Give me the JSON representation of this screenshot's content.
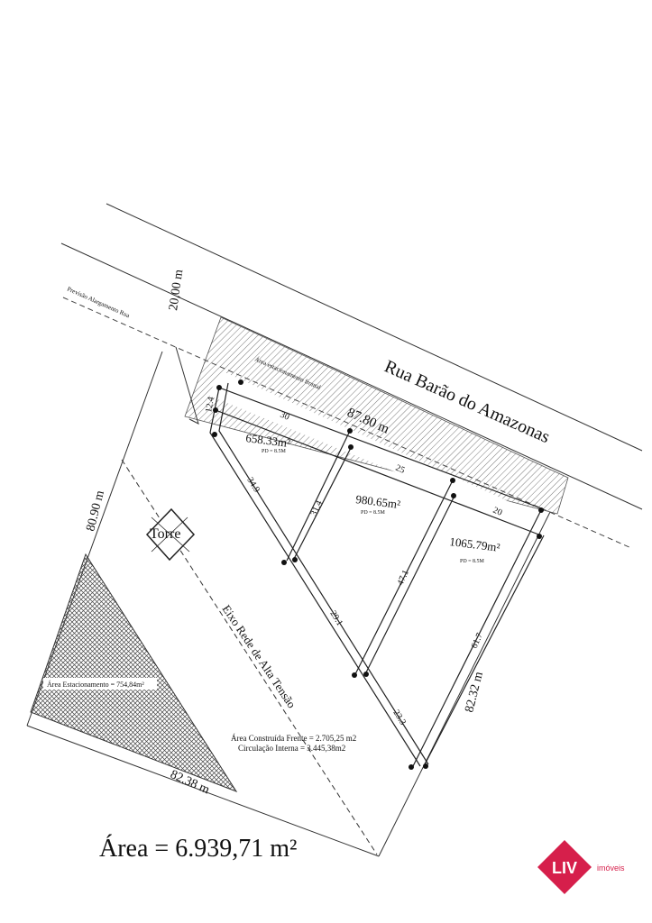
{
  "plan": {
    "street_name": "Rua Barão do Amazonas",
    "street_width": "20,00 m",
    "widening_note": "Previsão Alargamento Rua",
    "frontal_parking": "Área estacionamento frontal",
    "front_length": "87.80 m",
    "left_side": "80.90 m",
    "right_side": "82.32 m",
    "bottom_side": "82.38 m",
    "tower": "Torre",
    "power_line": "Eixo Rede de Alta Tensão",
    "parking_area": "Área Estacionamento = 754,84m²",
    "built_area": "Área Construída Frente = 2.705,25 m2",
    "circulation": "Circulação Interna = 3.445,38m2",
    "lots": [
      {
        "area": "658.33m²",
        "pd": "PD = 8.5M"
      },
      {
        "area": "980.65m²",
        "pd": "PD = 8.5M"
      },
      {
        "area": "1065.79m²",
        "pd": "PD = 8.5M"
      }
    ],
    "dims": {
      "d12_4": "12.4",
      "d30": "30",
      "d25": "25",
      "d20": "20",
      "d34_9": "34.9",
      "d31_4": "31.4",
      "d29_1": "29.1",
      "d47_1": "47.1",
      "d61_7": "61.7",
      "d23_3": "23.3"
    }
  },
  "total_area": "Área = 6.939,71 m²",
  "logo": {
    "mark": "LIV",
    "brand": "imóveis",
    "color": "#d61f4b"
  }
}
